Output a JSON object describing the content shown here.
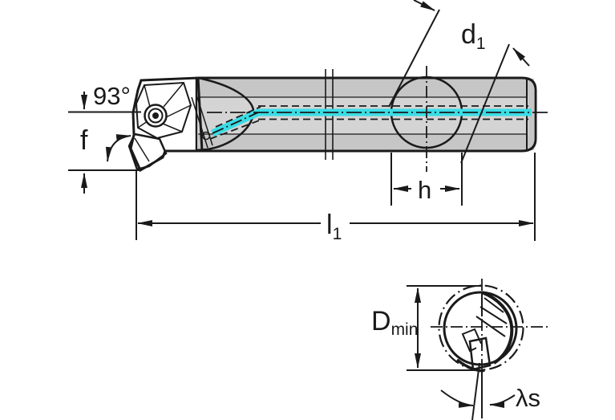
{
  "figure": {
    "description": "Boring bar with 93 degree approach angle, side view with coolant channel and shank end view"
  },
  "labels": {
    "approach_angle": "93°",
    "f": "f",
    "d1_base": "d",
    "d1_sub": "1",
    "h": "h",
    "l1_base": "l",
    "l1_sub": "1",
    "dmin_base": "D",
    "dmin_sub": "min",
    "lambda_s": "λs"
  },
  "colors": {
    "outline": "#1a1a1a",
    "bar_gray": "#c6c6c6",
    "bar_light_gray": "#d4d4d4",
    "head_gray": "#d6d6d6",
    "facet_light": "#e7e7e7",
    "cone_gray": "#c9c9c9",
    "hole_gray": "#9a9a9a",
    "end_body_gray": "#c9c9c9",
    "seat_light": "#e8e8e8",
    "insert_yellow": "#f0c873",
    "coolant_cyan": "#3adde6",
    "background": "#ffffff"
  }
}
